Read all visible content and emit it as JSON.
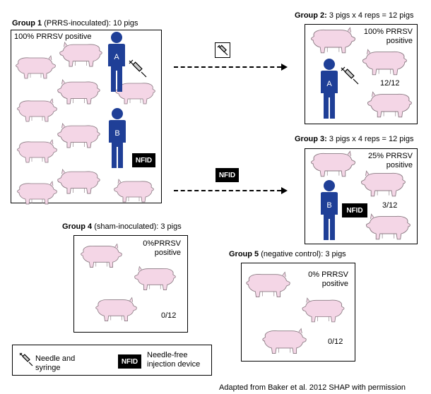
{
  "group1": {
    "bold": "Group 1",
    "rest": " (PRRS-inoculated): 10 pigs",
    "status": "100% PRRSV positive",
    "person_a": "A",
    "person_b": "B"
  },
  "group2": {
    "bold": "Group 2:",
    "rest": " 3 pigs x 4 reps = 12 pigs",
    "status_line1": "100% PRRSV",
    "status_line2": "positive",
    "count": "12/12",
    "person": "A"
  },
  "group3": {
    "bold": "Group 3:",
    "rest": " 3 pigs x  4 reps = 12 pigs",
    "status_line1": "25% PRRSV",
    "status_line2": "positive",
    "count": "3/12",
    "person": "B"
  },
  "group4": {
    "bold": "Group 4",
    "rest": " (sham-inoculated): 3 pigs",
    "status_line1": "0%PRRSV",
    "status_line2": "positive",
    "count": "0/12"
  },
  "group5": {
    "bold": "Group 5",
    "rest": " (negative control): 3 pigs",
    "status_line1": "0% PRRSV",
    "status_line2": "positive",
    "count": "0/12"
  },
  "nfid_label": "NFID",
  "legend": {
    "needle_line1": "Needle and",
    "needle_line2": "syringe",
    "nfid_line1": "Needle-free",
    "nfid_line2": "injection device"
  },
  "credit": "Adapted from Baker et al. 2012 SHAP with permission",
  "colors": {
    "pig_fill": "#f4d6e6",
    "pig_stroke": "#8a7a82",
    "person_blue": "#1f3f97"
  },
  "icons": [
    "pig-icon",
    "person-icon",
    "syringe-icon",
    "nfid-badge"
  ]
}
